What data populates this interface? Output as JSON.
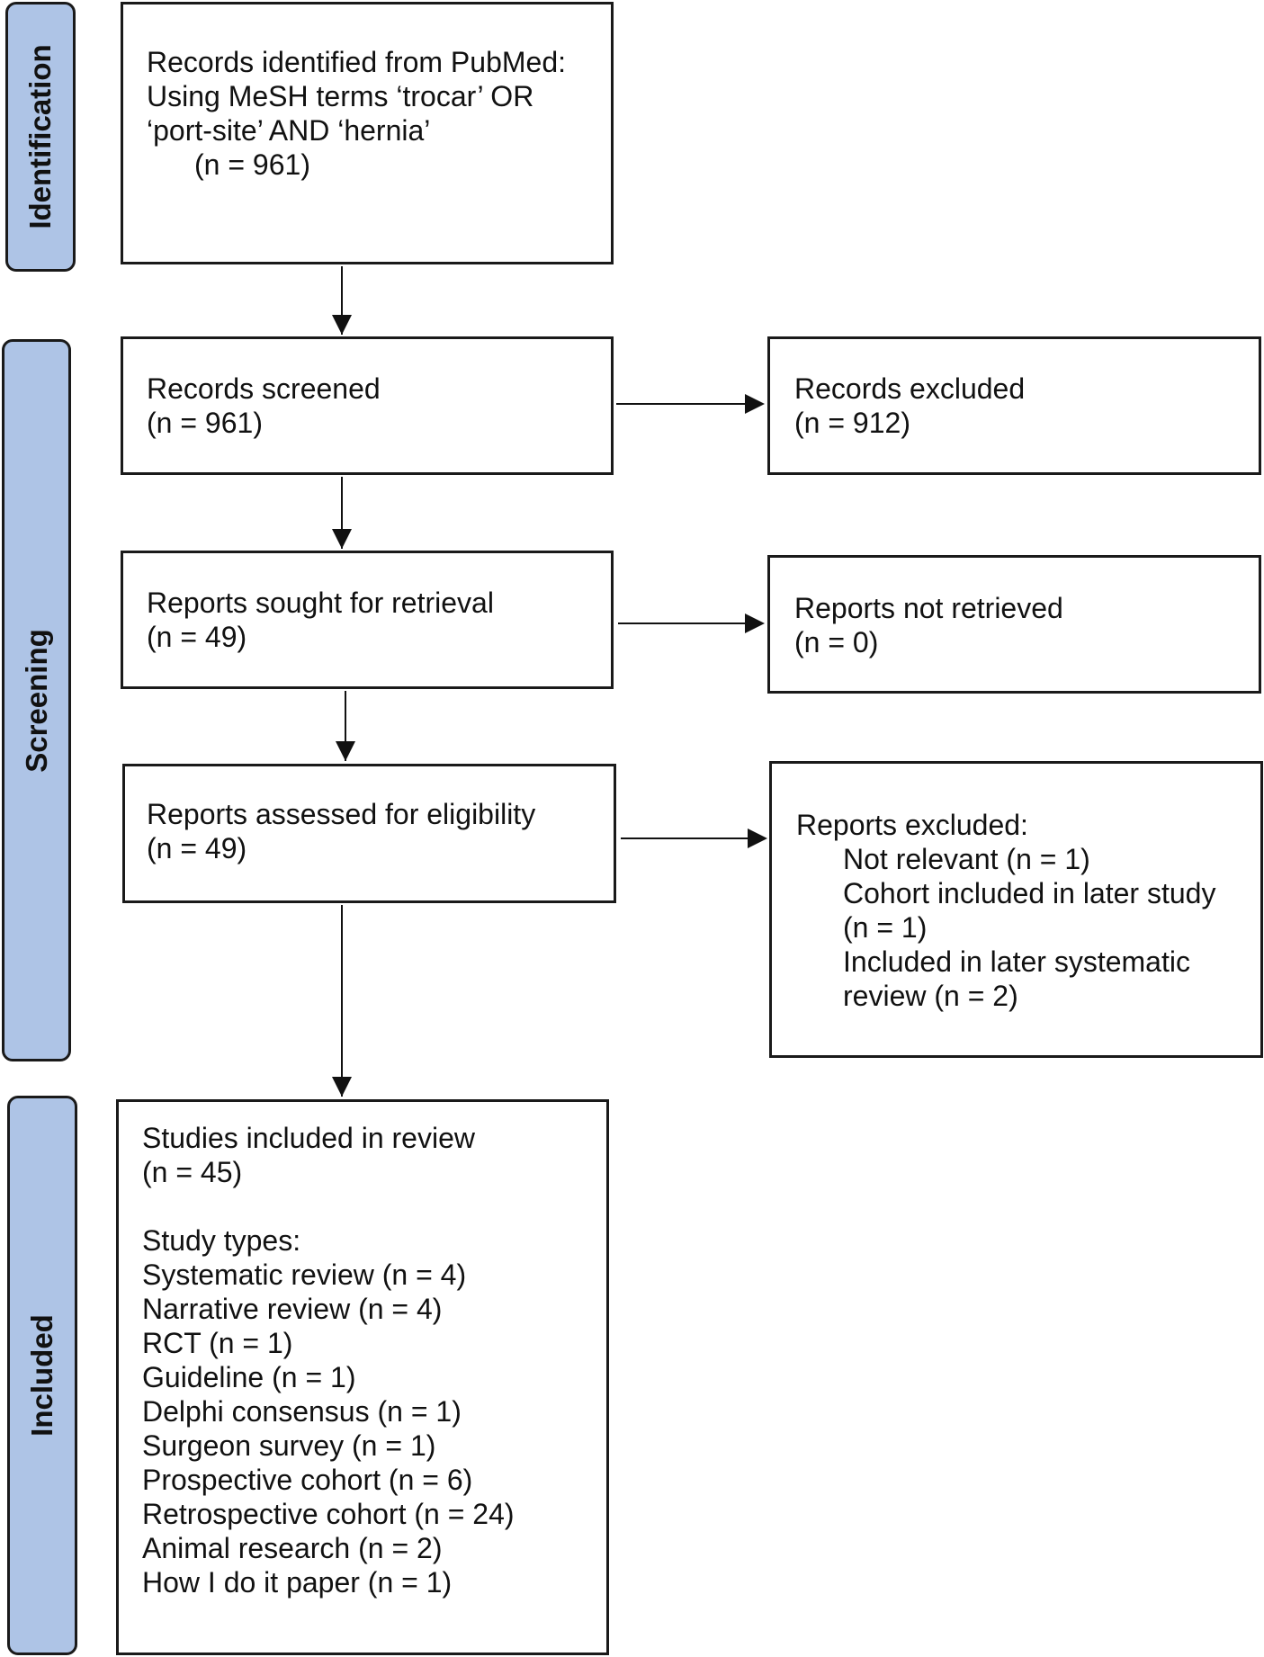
{
  "phases": {
    "identification": "Identification",
    "screening": "Screening",
    "included": "Included"
  },
  "boxes": {
    "identified": {
      "lines": [
        "Records identified from PubMed:",
        "Using MeSH terms ‘trocar’ OR",
        "‘port-site’ AND ‘hernia’",
        "(n = 961)"
      ]
    },
    "screened": {
      "title": "Records screened",
      "count": "(n = 961)"
    },
    "excluded": {
      "title": "Records excluded",
      "count": "(n = 912)"
    },
    "sought": {
      "title": "Reports sought for retrieval",
      "count": "(n = 49)"
    },
    "not_retrieved": {
      "title": "Reports not retrieved",
      "count": "(n = 0)"
    },
    "assessed": {
      "title": "Reports assessed for eligibility",
      "count": "(n = 49)"
    },
    "reports_excluded": {
      "title": "Reports excluded:",
      "items": [
        "Not relevant (n = 1)",
        "Cohort included in later study",
        "(n = 1)",
        "Included in later systematic",
        "review (n = 2)"
      ]
    },
    "included": {
      "title": "Studies included in review",
      "count": "(n = 45)",
      "types_heading": "Study types:",
      "types": [
        "Systematic review (n = 4)",
        "Narrative review (n = 4)",
        "RCT (n = 1)",
        "Guideline (n = 1)",
        "Delphi consensus (n = 1)",
        "Surgeon survey (n = 1)",
        "Prospective cohort (n = 6)",
        "Retrospective cohort (n = 24)",
        "Animal research (n = 2)",
        "How I do it paper (n = 1)"
      ]
    }
  }
}
